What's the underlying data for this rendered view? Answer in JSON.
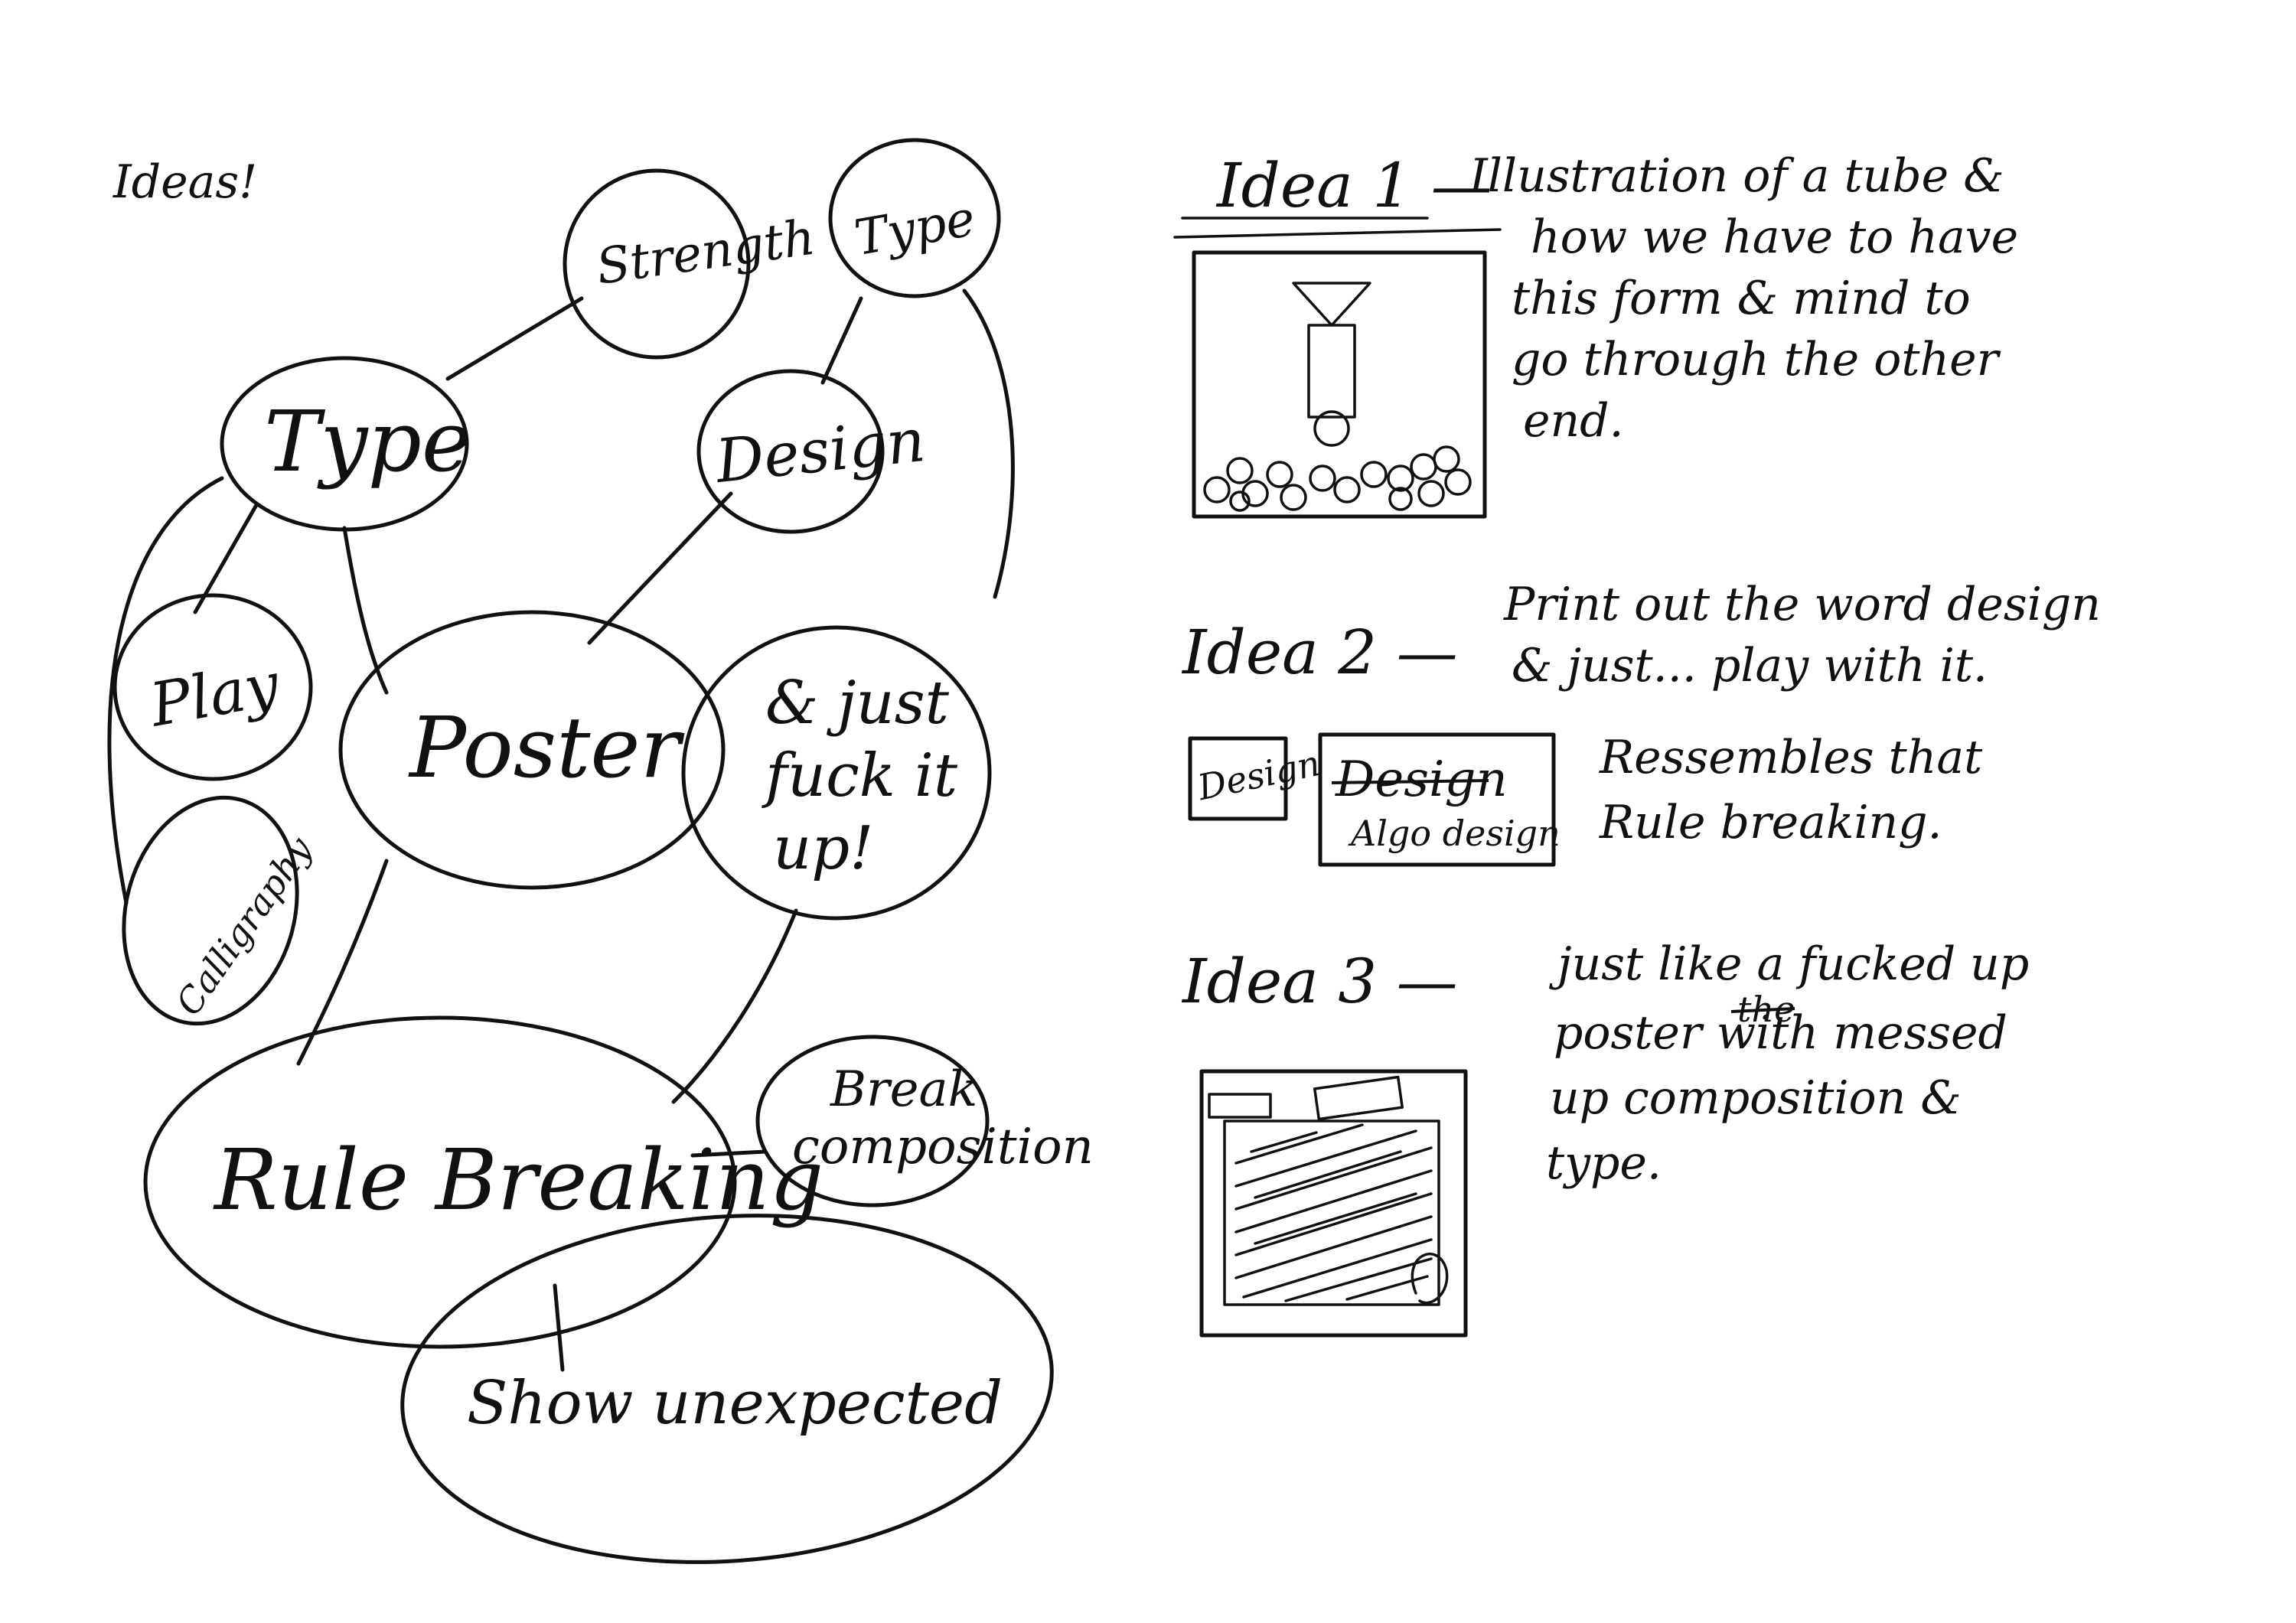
{
  "mindmap": {
    "heading": "Ideas!",
    "nodes": {
      "strength": "Strength",
      "type_top": "Type",
      "type": "Type",
      "design": "Design",
      "play": "Play",
      "poster": "Poster",
      "just_fuck": [
        "& just",
        "fuck it",
        "up!"
      ],
      "calligraphy": "Calligraphy",
      "rule_breaking": "Rule Breaking",
      "break_composition": [
        "Break",
        "composition"
      ],
      "show_unexpected": "Show unexpected"
    }
  },
  "ideas": {
    "idea1": {
      "label": "Idea 1 —",
      "lines": [
        "Illustration of a tube &",
        "how we have to have",
        "this form & mind to",
        "go through the other",
        "end."
      ]
    },
    "idea2": {
      "label": "Idea 2 —",
      "lines": [
        "Print out the word design",
        "& just... play with it."
      ],
      "note": [
        "Ressembles that",
        "Rule breaking."
      ],
      "sketch_small": "Design",
      "sketch_large_struck": "Design",
      "sketch_large_sub": "Algo design"
    },
    "idea3": {
      "label": "Idea 3 —",
      "lines": [
        "just like a fucked up",
        "poster with messed",
        "up composition &",
        "type."
      ],
      "struck_word": "the"
    }
  }
}
